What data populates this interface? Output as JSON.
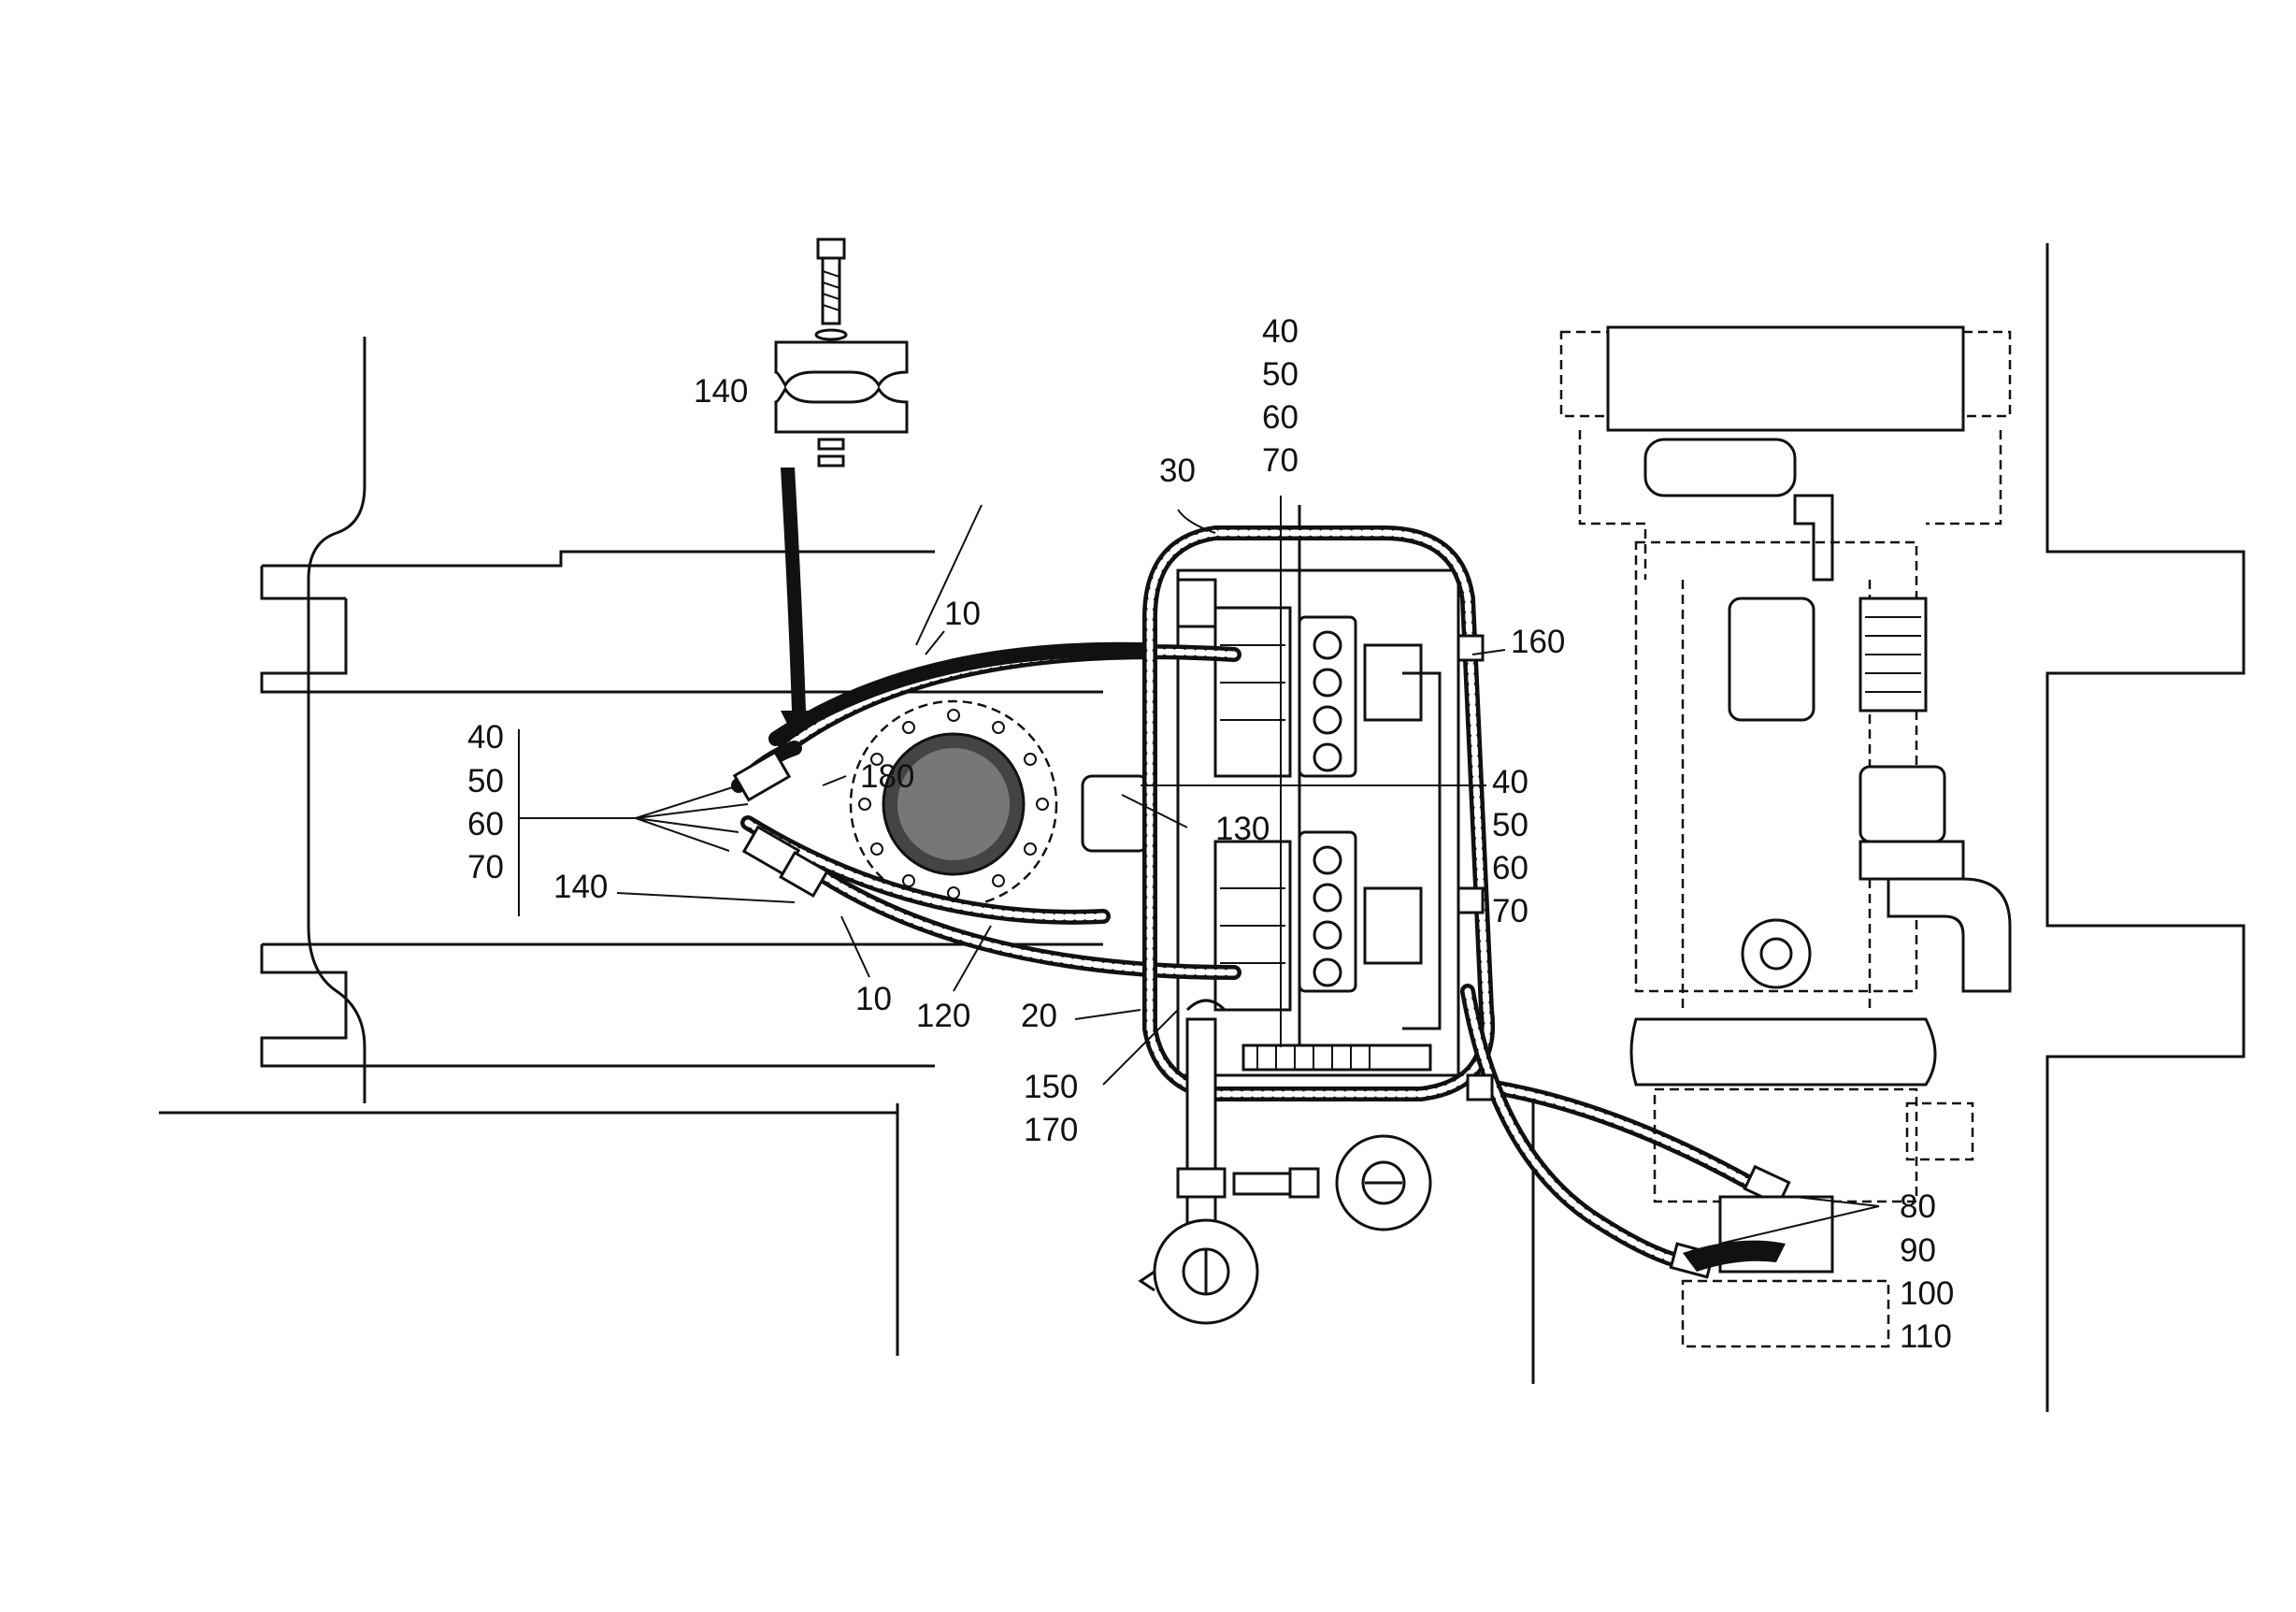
{
  "figure": {
    "callouts": {
      "top_clamp_140": "140",
      "top_group": [
        "40",
        "50",
        "60",
        "70"
      ],
      "label_30": "30",
      "label_10_upper": "10",
      "label_160": "160",
      "left_group": [
        "40",
        "50",
        "60",
        "70"
      ],
      "label_180": "180",
      "label_130": "130",
      "right_group": [
        "40",
        "50",
        "60",
        "70"
      ],
      "label_140_lower": "140",
      "label_10_lower": "10",
      "label_120": "120",
      "label_20": "20",
      "label_150": "150",
      "label_170": "170",
      "bottom_right_group": [
        "80",
        "90",
        "100",
        "110"
      ]
    }
  }
}
